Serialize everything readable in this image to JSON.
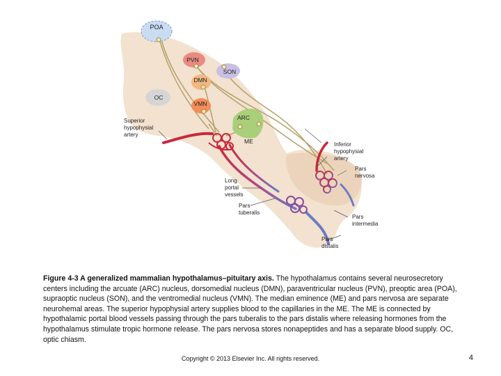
{
  "figure": {
    "nuclei": {
      "poa": "POA",
      "pvn": "PVN",
      "son": "SON",
      "dmn": "DMN",
      "vmn": "VMN",
      "arc": "ARC",
      "oc": "OC"
    },
    "labels": {
      "me": "ME",
      "superior_artery": [
        "Superior",
        "hypophysial",
        "artery"
      ],
      "inferior_artery": [
        "Inferior",
        "hypophysial",
        "artery"
      ],
      "pars_nervosa": [
        "Pars",
        "nervosa"
      ],
      "long_portal_vessels": [
        "Long",
        "portal",
        "vessels"
      ],
      "pars_tuberalis": [
        "Pars",
        "tuberalis"
      ],
      "pars_intermedia": [
        "Pars",
        "intermedia"
      ],
      "pars_distalis": [
        "Pars",
        "distalis"
      ]
    },
    "colors": {
      "arterial": "#c8283c",
      "venous": "#6a7cc4",
      "neural_tract": "#b7a36f",
      "tissue": "#f3e2cf"
    }
  },
  "caption": {
    "title": "Figure 4-3 A generalized mammalian hypothalamus–pituitary axis.",
    "body": " The hypothalamus contains several neurosecretory centers including the arcuate (ARC) nucleus, dorsomedial nucleus (DMN), paraventricular nucleus (PVN), preoptic area (POA), supraoptic nucleus (SON), and the ventromedial nucleus (VMN). The median eminence (ME) and pars nervosa are separate neurohemal areas. The superior hypophysial artery supplies blood to the capillaries in the ME. The ME is connected by hypothalamic portal blood vessels passing through the pars tuberalis to the pars distalis where releasing hormones from the hypothalamus stimulate tropic hormone release. The pars nervosa stores nonapeptides and has a separate blood supply. OC, optic chiasm."
  },
  "footer": {
    "copyright": "Copyright © 2013 Elsevier Inc. All rights reserved.",
    "slide_number": "4"
  }
}
